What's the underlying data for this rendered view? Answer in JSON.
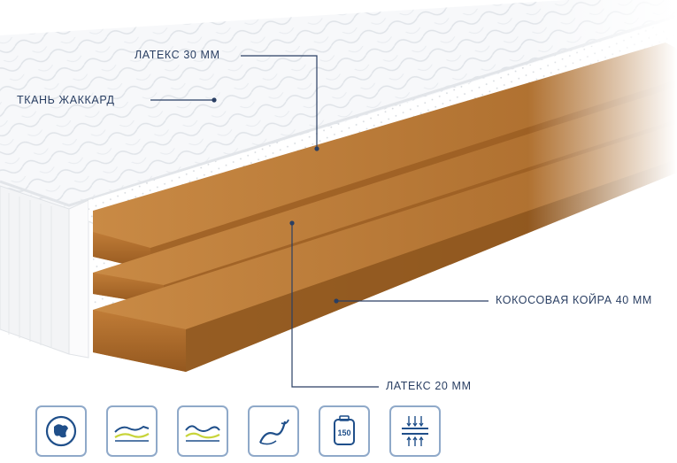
{
  "callouts": {
    "latex_top": "ЛАТЕКС 30 ММ",
    "fabric": "ТКАНЬ ЖАККАРД",
    "coconut": "КОКОСОВАЯ КОЙРА 40 ММ",
    "latex_bottom": "ЛАТЕКС 20 ММ"
  },
  "features": {
    "icons": [
      "globe-icon",
      "spine-support-icon",
      "body-contour-icon",
      "flexibility-icon",
      "load-150-icon",
      "breathability-icon"
    ],
    "max_load": "150"
  },
  "colors": {
    "callout_text": "#2a3f63",
    "leader_line": "#2a3f63",
    "coir": "#b9752e",
    "latex": "#ffffff",
    "icon_border": "#8fa9c9",
    "icon_stroke": "#1f4f8a"
  }
}
